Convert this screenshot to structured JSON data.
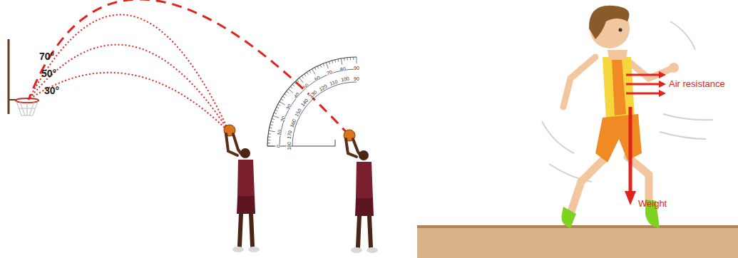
{
  "diagram": {
    "labels": [
      "70°",
      "50°",
      "30°",
      "0",
      "10",
      "20",
      "30",
      "40",
      "50",
      "60",
      "70",
      "80",
      "90",
      "180",
      "170",
      "160",
      "150",
      "140",
      "130",
      "120",
      "110",
      "100",
      "90",
      "Air resistance",
      "Weight"
    ]
  }
}
